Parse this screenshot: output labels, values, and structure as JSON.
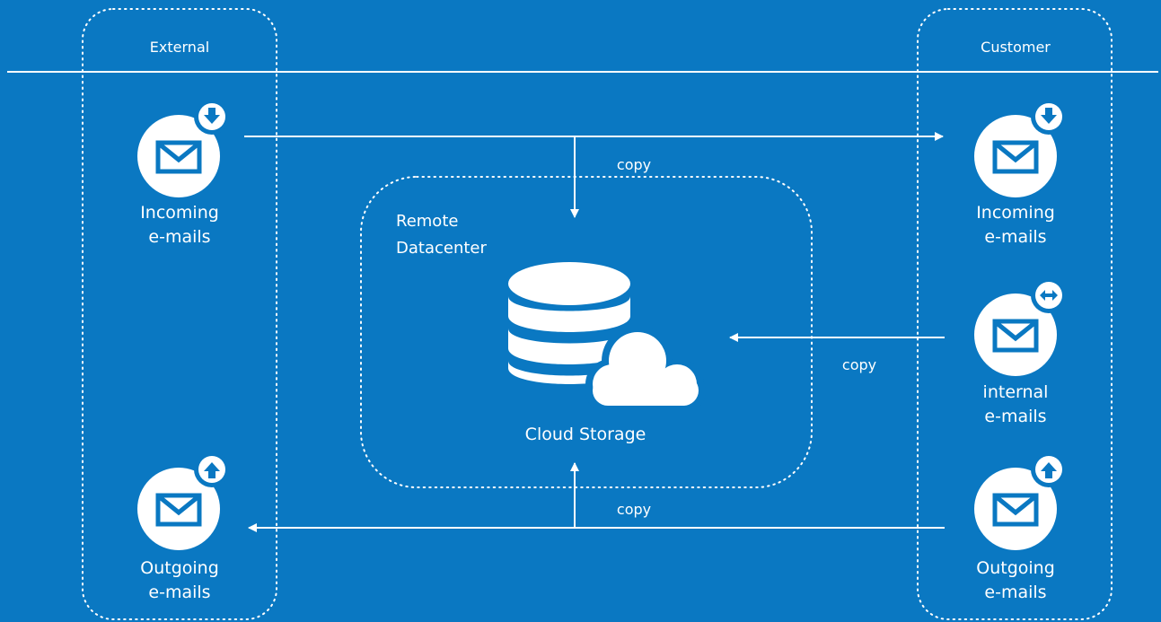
{
  "groups": {
    "external": "External",
    "customer": "Customer",
    "datacenter": {
      "line1": "Remote",
      "line2": "Datacenter"
    }
  },
  "nodes": {
    "ext_incoming": {
      "line1": "Incoming",
      "line2": "e-mails",
      "badge_icon": "arrow-down-icon"
    },
    "ext_outgoing": {
      "line1": "Outgoing",
      "line2": "e-mails",
      "badge_icon": "arrow-up-icon"
    },
    "cust_incoming": {
      "line1": "Incoming",
      "line2": "e-mails",
      "badge_icon": "arrow-down-icon"
    },
    "cust_internal": {
      "line1": "internal",
      "line2": "e-mails",
      "badge_icon": "arrow-left-right-icon"
    },
    "cust_outgoing": {
      "line1": "Outgoing",
      "line2": "e-mails",
      "badge_icon": "arrow-up-icon"
    },
    "storage": {
      "label": "Cloud Storage",
      "icon": "database-cloud-icon"
    }
  },
  "edges": {
    "copy_top": "copy",
    "copy_right": "copy",
    "copy_bottom": "copy"
  },
  "colors": {
    "background": "#0a78c2",
    "foreground": "#ffffff"
  }
}
